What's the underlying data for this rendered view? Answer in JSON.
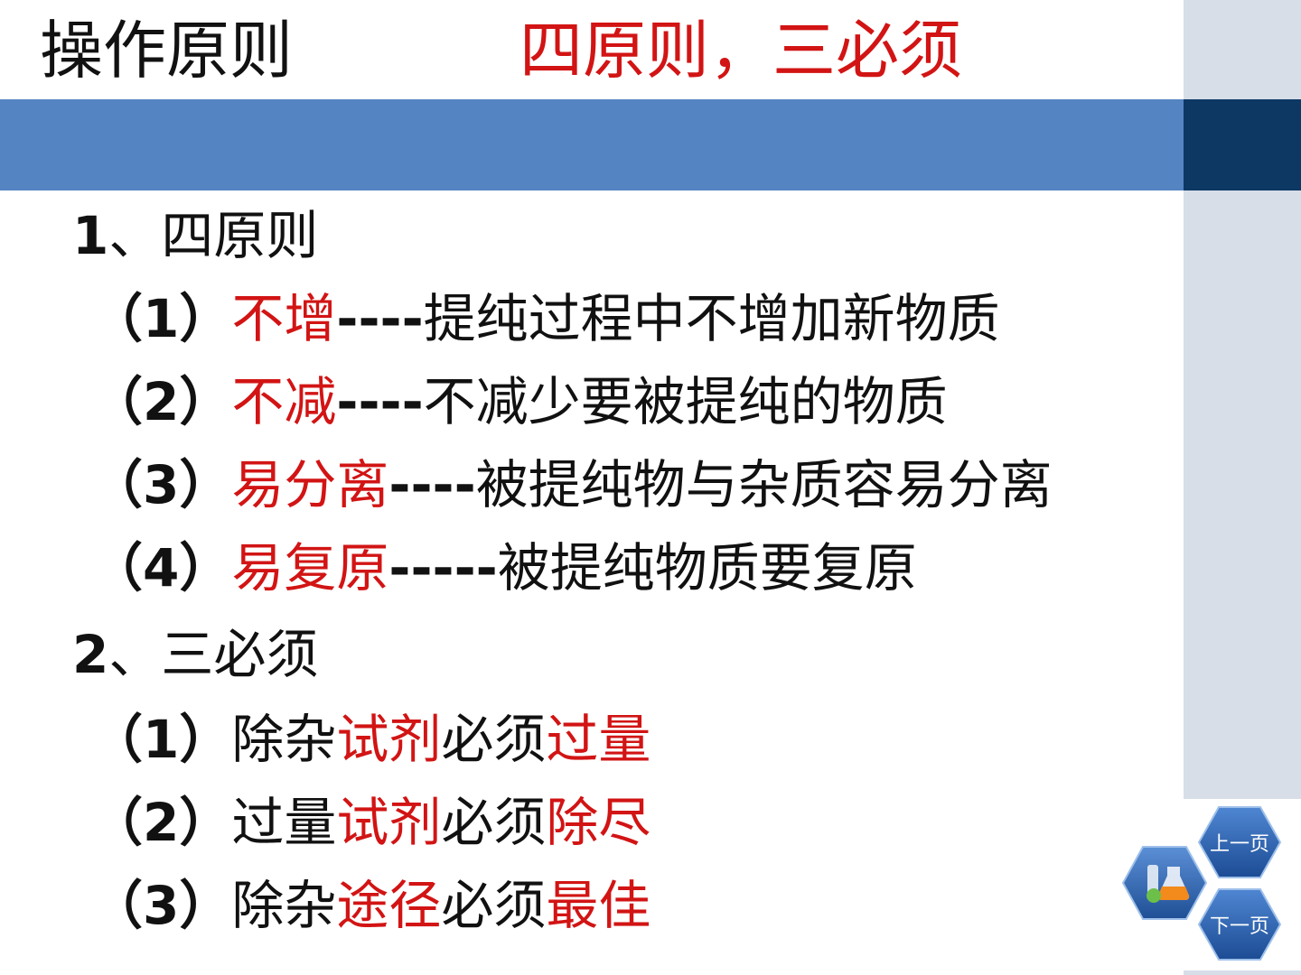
{
  "header": {
    "title": "操作原则",
    "subtitle": "四原则，三必须"
  },
  "section1": {
    "heading": {
      "num": "1",
      "text": "、四原则"
    },
    "items": [
      {
        "num": "（1）",
        "key": "不增",
        "dash": "----",
        "desc": "提纯过程中不增加新物质"
      },
      {
        "num": "（2）",
        "key": "不减",
        "dash": "----",
        "desc": "不减少要被提纯的物质"
      },
      {
        "num": "（3）",
        "key": "易分离",
        "dash": "----",
        "desc": "被提纯物与杂质容易分离"
      },
      {
        "num": "（4）",
        "key": "易复原",
        "dash": "-----",
        "desc": "被提纯物质要复原"
      }
    ]
  },
  "section2": {
    "heading": {
      "num": "2",
      "text": "、三必须"
    },
    "items": [
      {
        "num": "（1）",
        "a": "除杂",
        "b": "试剂",
        "c": "必须",
        "d": "过量"
      },
      {
        "num": "（2）",
        "a": "过量",
        "b": "试剂",
        "c": "必须",
        "d": "除尽"
      },
      {
        "num": "（3）",
        "a": "除杂",
        "b": "途径",
        "c": "必须",
        "d": "最佳"
      }
    ]
  },
  "nav": {
    "prev": "上一页",
    "next": "下一页",
    "logo_icon": "lab-flask-icon"
  },
  "colors": {
    "accent_red": "#d21414",
    "band_blue": "#5484c2",
    "band_dark": "#0d3864",
    "sidebar": "#d7dee8"
  }
}
